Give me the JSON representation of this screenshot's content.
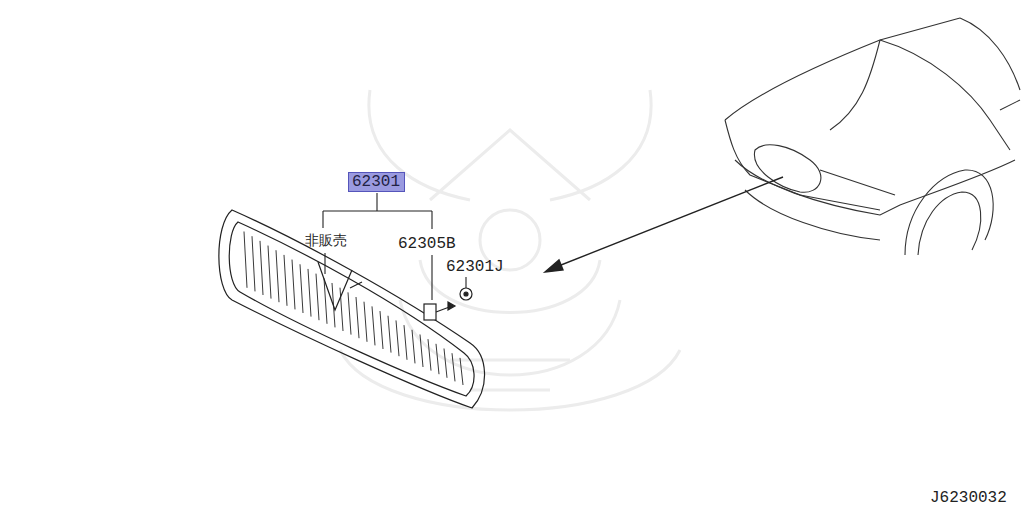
{
  "diagram": {
    "nodes": [
      {
        "text": [
          "62301"
        ]
      }
    ],
    "labels": [
      "非販売",
      "62305B",
      "62301J",
      "J6230032"
    ]
  }
}
